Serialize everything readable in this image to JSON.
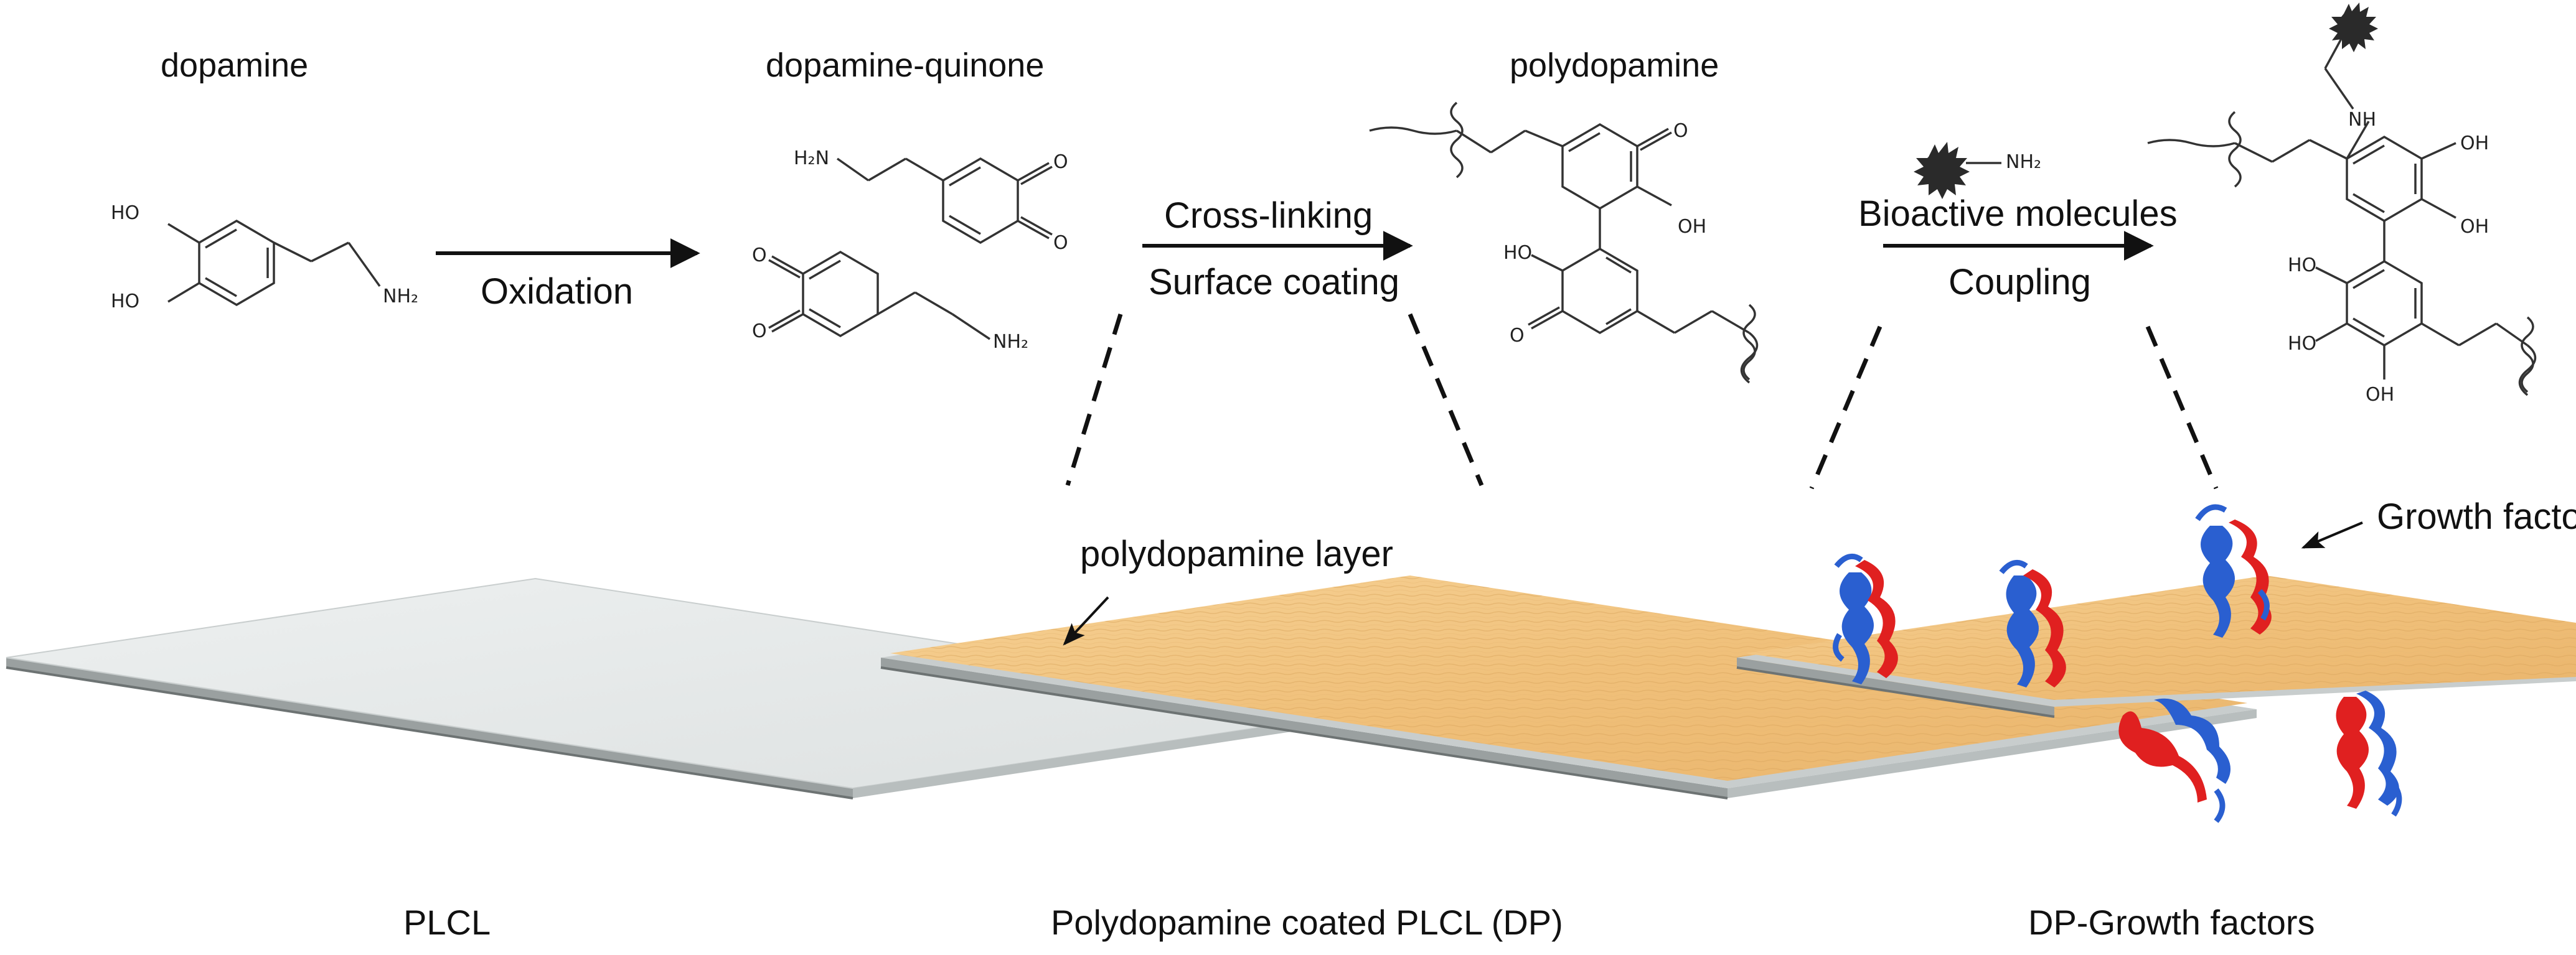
{
  "titles": {
    "dopamine": "dopamine",
    "quinone": "dopamine-quinone",
    "polydopamine": "polydopamine"
  },
  "arrows": {
    "oxidation": "Oxidation",
    "crosslinking": "Cross-linking",
    "surface_coating": "Surface coating",
    "bioactive": "Bioactive molecules",
    "coupling": "Coupling"
  },
  "labels": {
    "pd_layer": "polydopamine layer",
    "growth_factor": "Growth factor"
  },
  "captions": {
    "plcl": "PLCL",
    "dp": "Polydopamine coated PLCL (DP)",
    "dpgf": "DP-Growth factors"
  },
  "atoms": {
    "ho": "HO",
    "oh": "OH",
    "o": "O",
    "nh2": "NH₂",
    "h2n": "H₂N",
    "nh": "NH"
  },
  "colors": {
    "plcl_surface": "#e4e8e8",
    "coating": "#f2c47e",
    "protein_red": "#e02020",
    "protein_blue": "#2a5fd0"
  }
}
